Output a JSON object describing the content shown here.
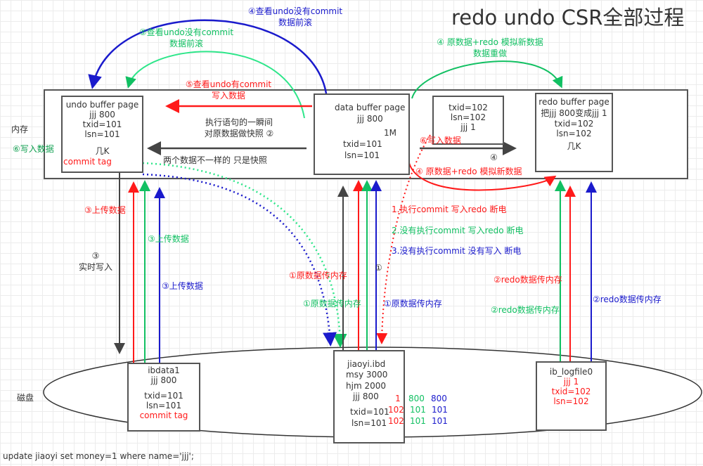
{
  "title": "redo undo CSR全部过程",
  "memory_label": "内存",
  "disk_label": "磁盘",
  "sql": "update jiaoyi set money=1 where name='jjj';",
  "colors": {
    "red": "#ff1a1a",
    "green": "#11c062",
    "blue": "#1a1acc",
    "gray": "#444444"
  },
  "undo_box": {
    "lines": [
      "undo buffer page",
      "jjj 800",
      "txid=101",
      "lsn=101"
    ],
    "size": "几K",
    "tag": "commit tag"
  },
  "data_box": {
    "title": "data buffer page",
    "value": "jjj 800",
    "size": "1M",
    "txid": "txid=101",
    "lsn": "lsn=101"
  },
  "temp_box": {
    "lines": [
      "txid=102",
      "lsn=102",
      "jjj 1"
    ]
  },
  "redo_box": {
    "lines": [
      "redo buffer page",
      "把jjj 800变成jjj 1",
      "txid=102",
      "lsn=102"
    ],
    "size": "几K"
  },
  "ibdata_box": {
    "lines": [
      "ibdata1",
      "jjj 800"
    ],
    "txid": "txid=101",
    "lsn": "lsn=101",
    "tag": "commit tag"
  },
  "jiaoyi_box": {
    "lines": [
      "jiaoyi.ibd",
      "msy 3000",
      "hjm 2000",
      "jjj 800"
    ],
    "txid": "txid=101",
    "lsn": "lsn=101",
    "cols": {
      "red": [
        "1",
        "102",
        "102"
      ],
      "green": [
        "800",
        "101",
        "101"
      ],
      "blue": [
        "800",
        "101",
        "101"
      ]
    }
  },
  "logfile_box": {
    "title": "ib_logfile0",
    "lines": [
      "jjj 1",
      "txid=102",
      "lsn=102"
    ]
  },
  "labels": {
    "blue_rollforward": [
      "④查看undo没有commit",
      "数据前滚"
    ],
    "green_rollforward": [
      "⑤查看undo没有commit",
      "数据前滚"
    ],
    "red_write": [
      "⑤查看undo有commit",
      "写入数据"
    ],
    "snapshot": [
      "执行语句的一瞬间",
      "对原数据做快照  ②"
    ],
    "snapshot_note": "两个数据不一样的 只是快照",
    "redo_green": [
      "④ 原数据+redo 模拟新数据",
      "数据重做"
    ],
    "red_write6": "⑥写入数据",
    "step4": "④",
    "redo_red": "④ 原数据+redo 模拟新数据",
    "green_write6": "⑥写入数据",
    "upload_red": "③上传数据",
    "upload_green": "③上传数据",
    "upload_blue": "③上传数据",
    "realtime": [
      "③",
      "实时写入"
    ],
    "case1": "1.执行commit 写入redo 断电",
    "case2": "2.没有执行commit 写入redo 断电",
    "case3": "3.没有执行commit 没有写入 断电",
    "step1": "①",
    "orig_red": "①原数据传内存",
    "orig_green": "①原数据传内存",
    "orig_blue": "①原数据传内存",
    "redo_mem_red": "②redo数据传内存",
    "redo_mem_green": "②redo数据传内存",
    "redo_mem_blue": "②redo数据传内存"
  }
}
